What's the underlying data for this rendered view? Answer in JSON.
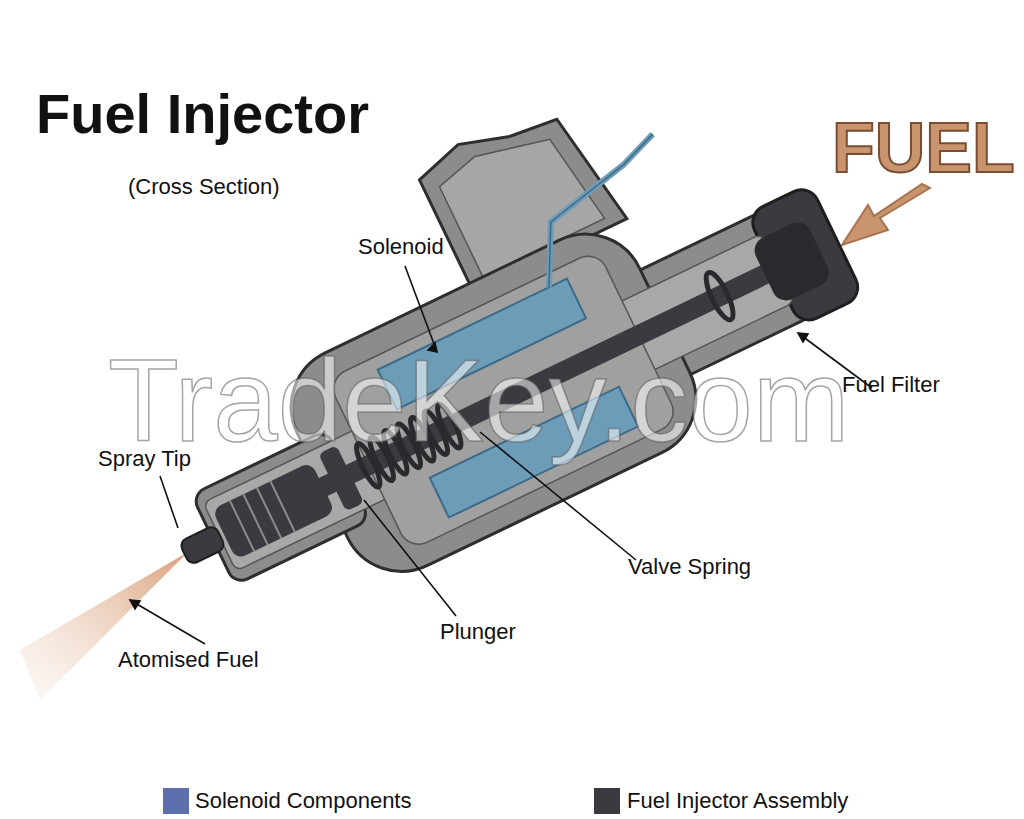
{
  "diagram": {
    "title": "Fuel Injector",
    "labels": [
      "(Cross Section)",
      "FUEL",
      "Solenoid",
      "Fuel Filter",
      "Spray Tip",
      "Valve Spring",
      "Plunger",
      "Atomised Fuel",
      "TradeKey.com"
    ],
    "legend": [
      {
        "text": "Solenoid Components",
        "color": "#5e6fae"
      },
      {
        "text": "Fuel Injector Assembly",
        "color": "#3a3a40"
      }
    ]
  }
}
